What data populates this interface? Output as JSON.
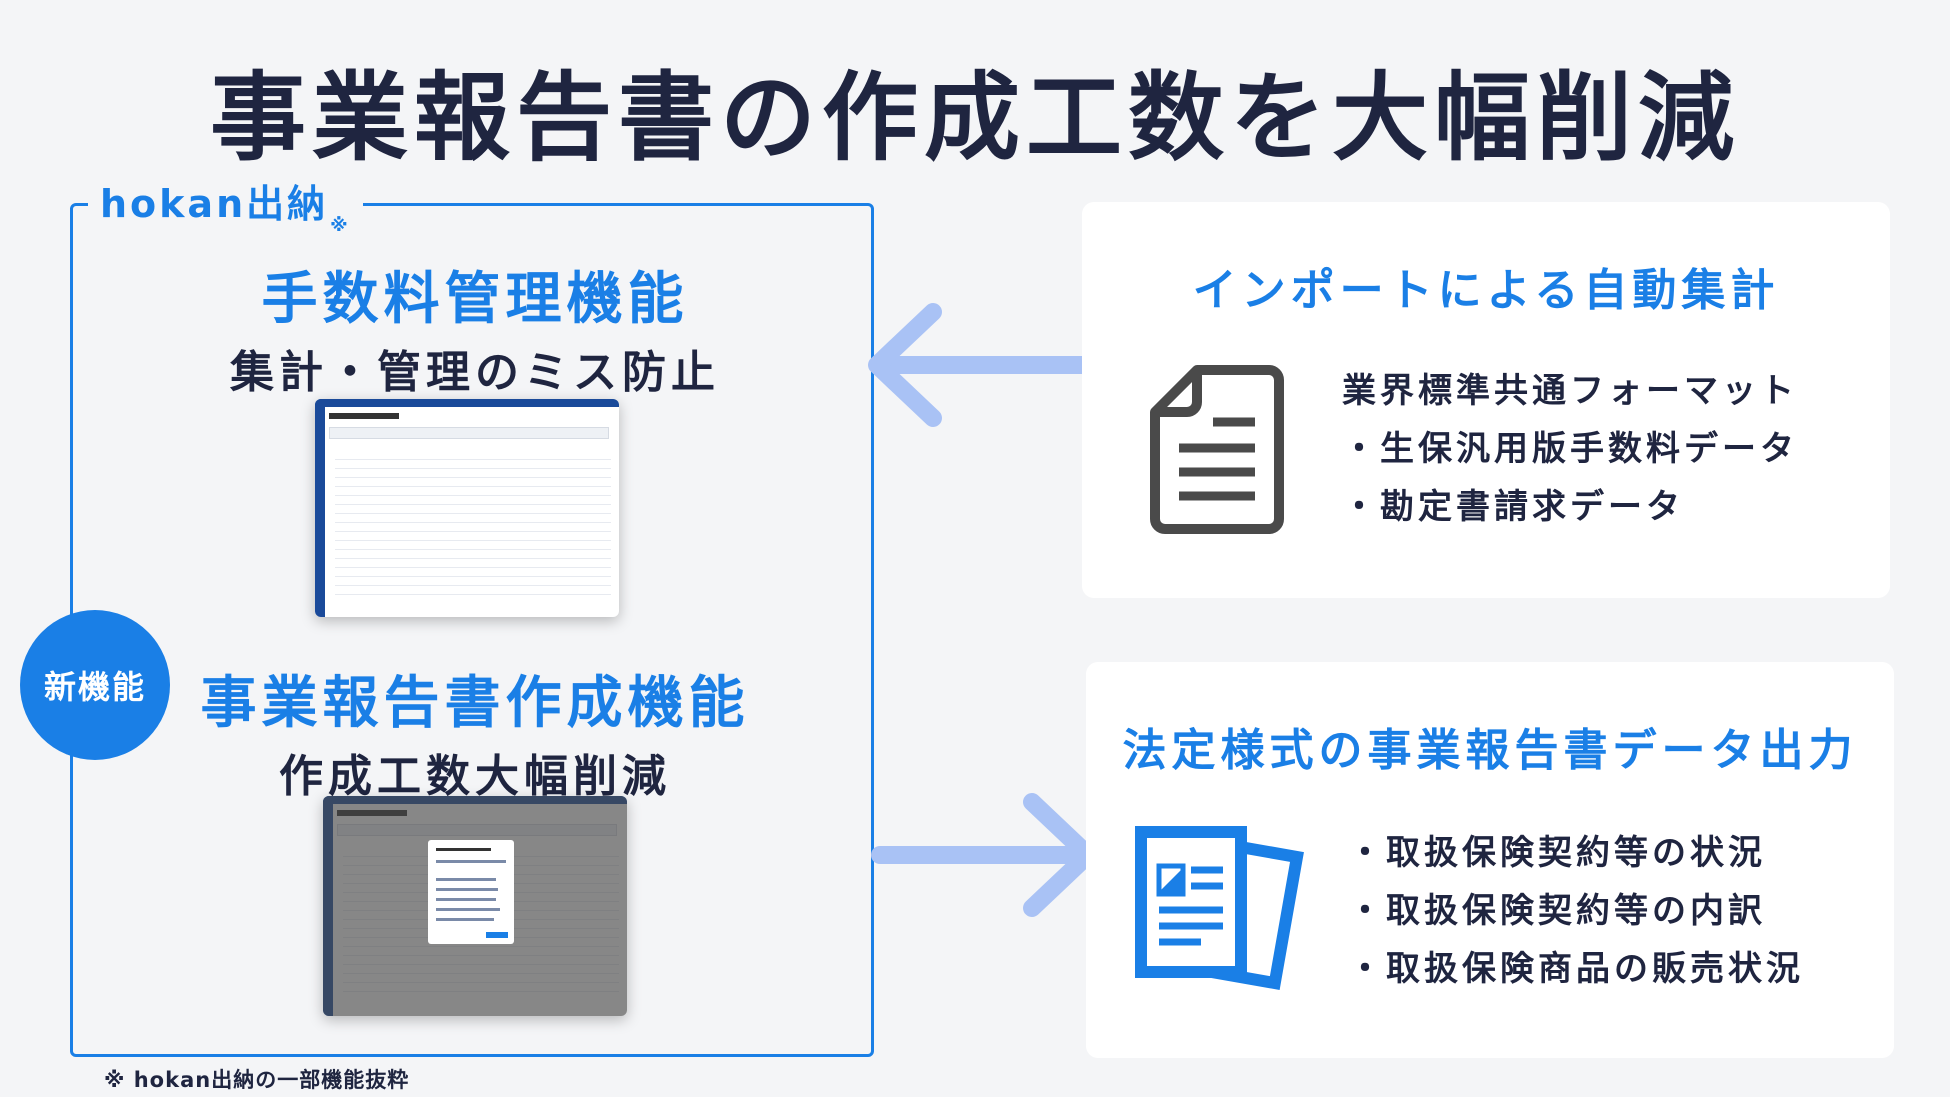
{
  "title": "事業報告書の作成工数を大幅削減",
  "left_panel": {
    "brand": "hokan出納",
    "brand_mark": "※",
    "section1": {
      "title": "手数料管理機能",
      "subtitle": "集計・管理のミス防止"
    },
    "badge": "新機能",
    "section2": {
      "title": "事業報告書作成機能",
      "subtitle": "作成工数大幅削減"
    }
  },
  "card_import": {
    "title": "インポートによる自動集計",
    "icon": "document-icon",
    "items": [
      "業界標準共通フォーマット",
      "・生保汎用版手数料データ",
      "・勘定書請求データ"
    ]
  },
  "card_output": {
    "title": "法定様式の事業報告書データ出力",
    "icon": "report-documents-icon",
    "items": [
      "・取扱保険契約等の状況",
      "・取扱保険契約等の内訳",
      "・取扱保険商品の販売状況"
    ]
  },
  "footnote": "※ hokan出納の一部機能抜粋",
  "colors": {
    "accent": "#1a7fe6",
    "arrow": "#a9c2f5",
    "text": "#1f2540",
    "background": "#f4f5f7"
  }
}
